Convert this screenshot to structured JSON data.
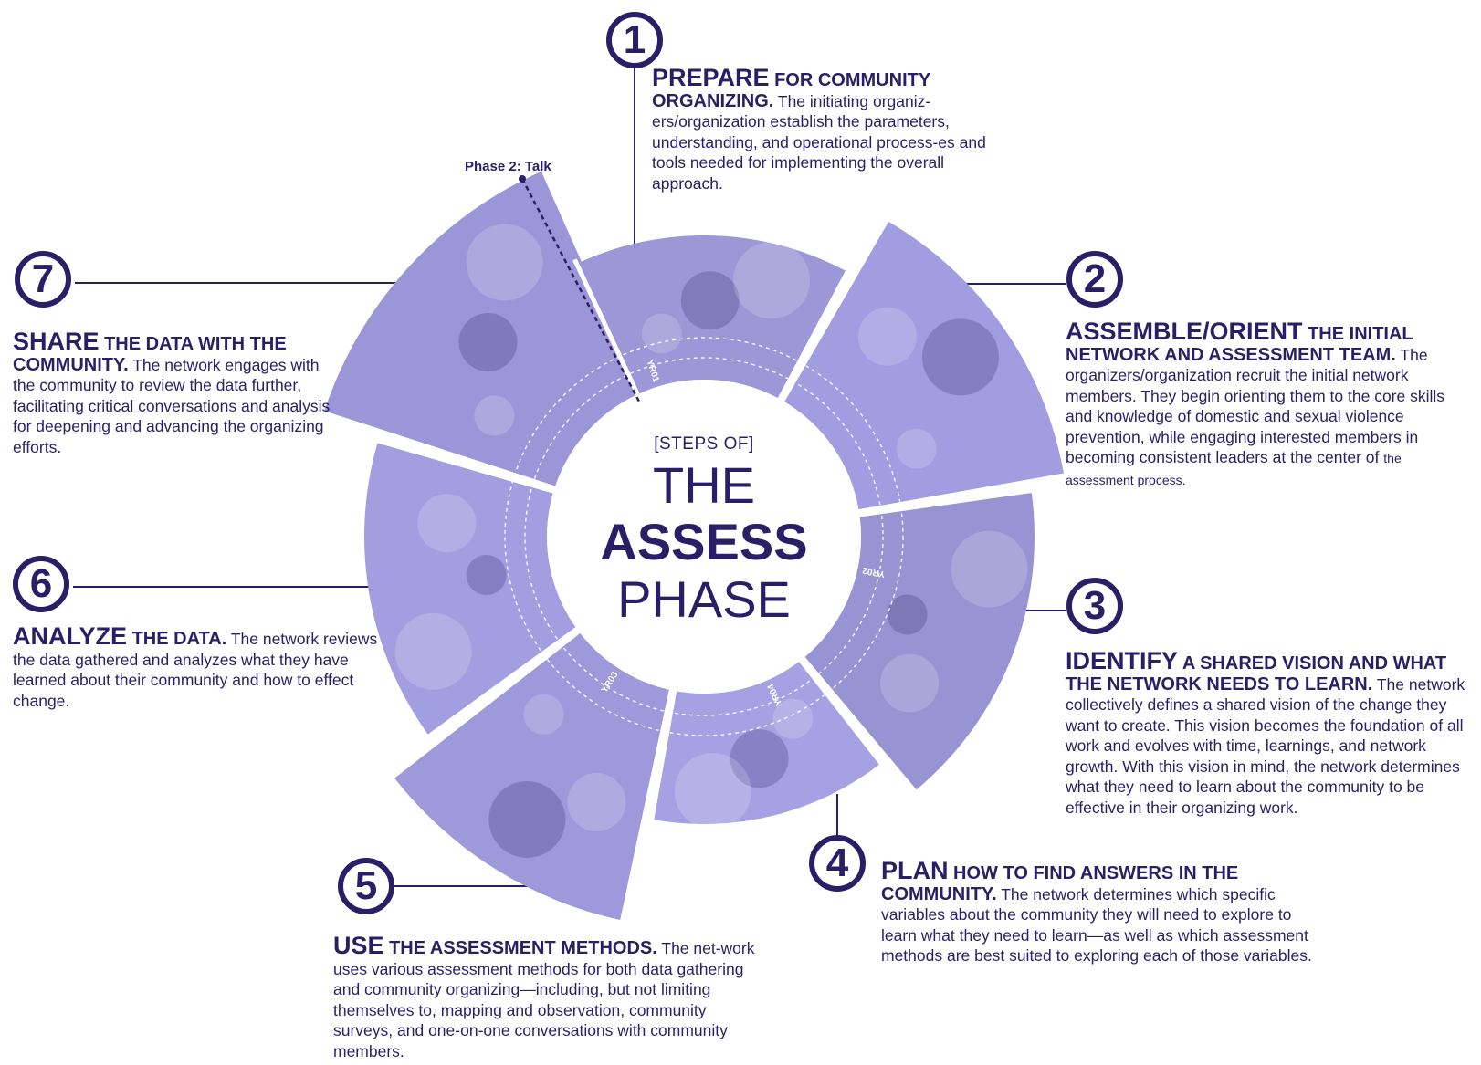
{
  "center": {
    "steps_of": "[STEPS OF]",
    "line1": "THE",
    "line2": "ASSESS",
    "line3": "PHASE"
  },
  "phase_label": "Phase 2: Talk",
  "year_labels": [
    "YR01",
    "YR02",
    "YR03",
    "YR04"
  ],
  "steps": [
    {
      "number": "1",
      "keyword": "PREPARE",
      "heading_rest": " FOR COMMUNITY ORGANIZING.",
      "body": " The initiating organiz-ers/organization establish the parameters, understanding, and operational process-es and tools needed for implementing the overall approach.",
      "small": ""
    },
    {
      "number": "2",
      "keyword": "ASSEMBLE/ORIENT",
      "heading_rest": " THE INITIAL NETWORK AND ASSESSMENT TEAM.",
      "body": " The organizers/organization recruit the initial network members. They begin orienting them to the core skills and knowledge of domestic and sexual violence prevention, while engaging interested members in becoming consistent leaders at the center of ",
      "small": "the assessment process."
    },
    {
      "number": "3",
      "keyword": "IDENTIFY",
      "heading_rest": " A SHARED VISION AND WHAT THE NETWORK NEEDS TO LEARN.",
      "body": " The network collectively defines a shared vision of the change they want to create. This vision becomes the foundation of all work and evolves with time, learnings, and network growth. With this vision in mind, the network determines what they need to learn about the community to be effective in their organizing work.",
      "small": ""
    },
    {
      "number": "4",
      "keyword": "PLAN",
      "heading_rest": " HOW TO FIND ANSWERS IN THE COMMUNITY.",
      "body": " The network determines which specific variables about the community they will need to explore to learn what they need to learn—as well as which assessment methods are best suited to exploring each of those variables.",
      "small": ""
    },
    {
      "number": "5",
      "keyword": "USE",
      "heading_rest": " THE ASSESSMENT METHODS.",
      "body": " The net-work uses various assessment methods for both data gathering and community organizing—including, but not limiting themselves to, mapping and observation, community surveys, and one-on-one conversations with community members.",
      "small": ""
    },
    {
      "number": "6",
      "keyword": "ANALYZE",
      "heading_rest": " THE DATA.",
      "body": " The network reviews the data gathered and analyzes what they have learned about their community and how to effect change.",
      "small": ""
    },
    {
      "number": "7",
      "keyword": "SHARE",
      "heading_rest": " THE DATA WITH THE COMMUNITY.",
      "body": " The network engages with the community to review the data further, facilitating critical conversations and analysis for deepening and advancing the organizing efforts.",
      "small": ""
    }
  ]
}
